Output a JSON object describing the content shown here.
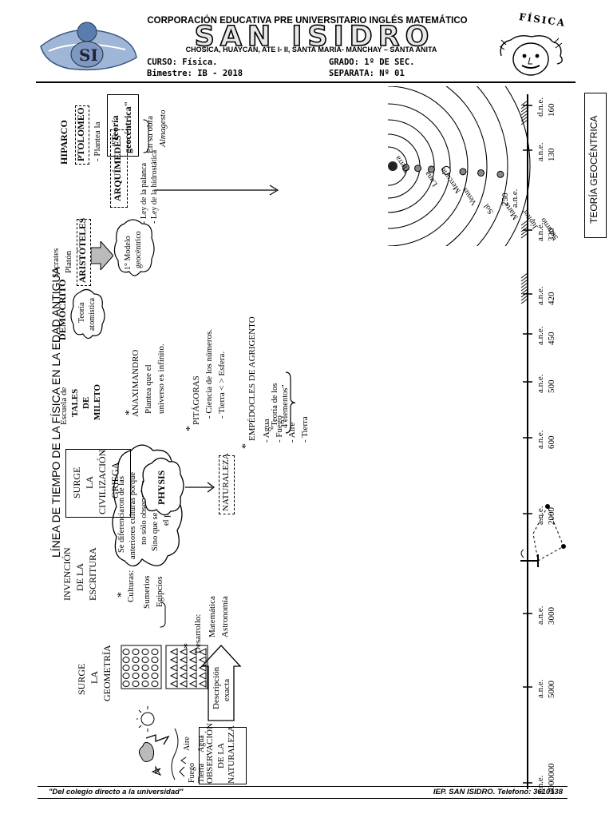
{
  "header": {
    "corporation": "CORPORACIÓN EDUCATIVA PRE UNIVERSITARIO INGLÉS MATEMÁTICO",
    "school": "SAN ISIDRO",
    "address": "CHOSICA, HUAYCAN, ATE I- II, SANTA MARIA- MANCHAY – SANTA ANITA",
    "curso": "CURSO: Física.",
    "bimestre": "Bimestre: IB - 2018",
    "grado": "GRADO: 1º DE SEC.",
    "separata": "SEPARATA: Nº  01",
    "logo_text": "SI",
    "fisica": "FÍSICA"
  },
  "main": {
    "title": "LÍNEA DE TIEMPO DE LA FÍSICA EN LA EDAD ANTIGUA",
    "timeline": {
      "dates": [
        {
          "year": "2000000",
          "era": "a.n.e."
        },
        {
          "year": "5000",
          "era": "a.n.e."
        },
        {
          "year": "3000",
          "era": "a.n.e."
        },
        {
          "year": "2000",
          "era": "a.n.e."
        },
        {
          "year": "600",
          "era": "a.n.e."
        },
        {
          "year": "500",
          "era": "a.n.e."
        },
        {
          "year": "450",
          "era": "a.n.e."
        },
        {
          "year": "420",
          "era": "a.n.e."
        },
        {
          "year": "320",
          "era": "a.n.e."
        },
        {
          "year": "130",
          "era": "a.n.e."
        },
        {
          "year": "160",
          "era": "d.n.e."
        }
      ],
      "marker_250": {
        "year": "250",
        "era": "a.n.e."
      }
    },
    "cloud_text": [
      "Se diferenciaron de las",
      "anteriores culturas porque",
      "no sólo observaban...",
      "Sino que se preguntaban",
      "el  porqué"
    ],
    "arquimedes": {
      "name": "ARQUÍMEDES",
      "items": [
        "- Ley de la palanca",
        "- Ley de la hidrostática"
      ]
    },
    "elements_labels": {
      "fuego": "Fuego",
      "aire": "Aire",
      "tierra": "Tierra",
      "agua": "Agua"
    },
    "observacion": [
      "OBSERVACIÓN",
      "DE LA",
      "NATURALEZA"
    ],
    "descripcion": [
      "Descripción",
      "exacta"
    ],
    "geometria": [
      "SURGE",
      "LA",
      "GEOMETRÍA"
    ],
    "escritura": [
      "INVENCIÓN",
      "DE LA",
      "ESCRITURA"
    ],
    "culturas": {
      "label": "Culturas:",
      "items": [
        "Sumerios",
        "Egipcios"
      ]
    },
    "desarrollo": {
      "label": "Desarrollo:",
      "items": [
        "Matemática",
        "Astronomía"
      ]
    },
    "griega": [
      "SURGE",
      "LA",
      "CIVILIZACIÓN",
      "GRIEGA"
    ],
    "physis": "PHYSIS",
    "naturaleza": "NATURALEZA",
    "tales": [
      "Escuela de",
      "TALES",
      "DE",
      "MILETO"
    ],
    "anaximandro": [
      "ANAXIMANDRO",
      "Plantea que el",
      "universo es infinito."
    ],
    "pitagoras": [
      "PITÁGORAS",
      "- Ciencia de los números.",
      "- Tierra < > Esfera."
    ],
    "empedocles": {
      "name": "EMPÉDOCLES DE AGRIGENTO",
      "items": [
        "- Agua",
        "- Fuego",
        "- Aire",
        "- Tierra"
      ],
      "note": [
        "\"Teoría de los",
        "4 elementos\""
      ]
    },
    "democrito": {
      "name": "DEMÓCRITO",
      "note": [
        "Teoría",
        "atomística"
      ]
    },
    "socrates": [
      "Sócrates",
      "Platón"
    ],
    "aristoteles": "ARISTÓTELES",
    "modelo": [
      "1° Modelo",
      "geocéntrico"
    ],
    "hiparco": "HIPARCO",
    "ptolomeo": "PTOLOMEO",
    "plantea": "- Plantea la",
    "teoria_geo": [
      "\"Teoría",
      "geocéntrica\""
    ],
    "almagesto": [
      "En su obra",
      "Almagesto"
    ],
    "planets": [
      "Tierra",
      "Luna",
      "Mercurio",
      "Venus",
      "Sol",
      "Marte",
      "Júpiter",
      "Saturno"
    ],
    "teoria_geocentrica_label": "TEORÍA GEOCÉNTRICA",
    "bullet": "*"
  },
  "footer": {
    "left": "\"Del colegio directo a la universidad\"",
    "right": "IEP. SAN ISIDRO.  Telefono: 3610138"
  }
}
